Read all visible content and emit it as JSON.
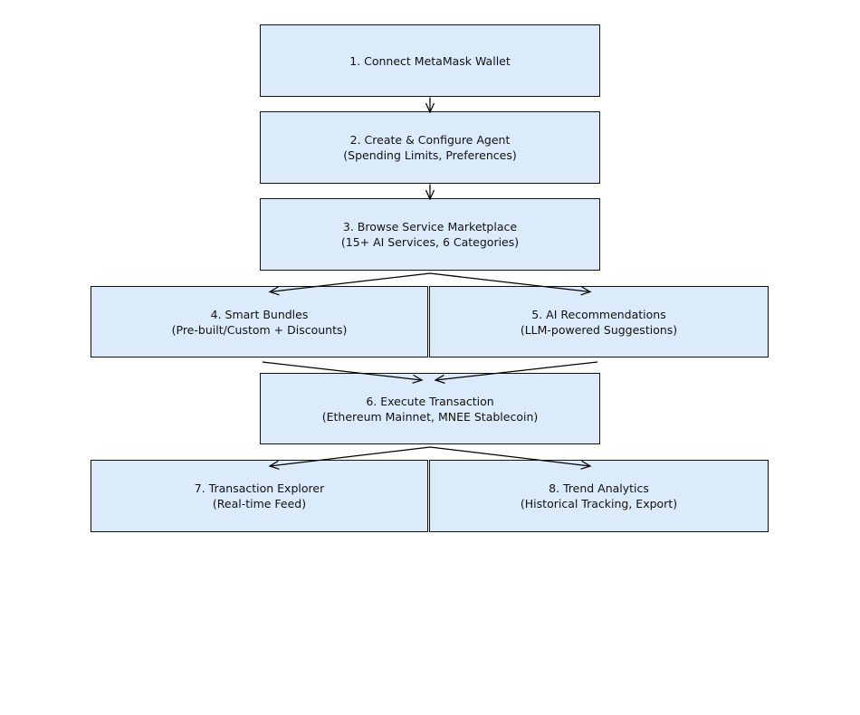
{
  "diagram": {
    "type": "flowchart",
    "background": "#ffffff",
    "node_style": {
      "fill": "#dcebfb",
      "border": "#111111",
      "text_color": "#111111"
    },
    "arrow_color": "#000000",
    "nodes": [
      {
        "title": "1. Connect MetaMask Wallet",
        "subtitle": ""
      },
      {
        "title": "2. Create & Configure Agent",
        "subtitle": "(Spending Limits, Preferences)"
      },
      {
        "title": "3. Browse Service Marketplace",
        "subtitle": "(15+ AI Services, 6 Categories)"
      },
      {
        "title": "4. Smart Bundles",
        "subtitle": "(Pre-built/Custom + Discounts)"
      },
      {
        "title": "5. AI Recommendations",
        "subtitle": "(LLM-powered Suggestions)"
      },
      {
        "title": "6. Execute Transaction",
        "subtitle": "(Ethereum Mainnet, MNEE Stablecoin)"
      },
      {
        "title": "7. Transaction Explorer",
        "subtitle": "(Real-time Feed)"
      },
      {
        "title": "8. Trend Analytics",
        "subtitle": "(Historical Tracking, Export)"
      }
    ],
    "edges": [
      {
        "from": "1. Connect MetaMask Wallet",
        "to": "2. Create & Configure Agent"
      },
      {
        "from": "2. Create & Configure Agent",
        "to": "3. Browse Service Marketplace"
      },
      {
        "from": "3. Browse Service Marketplace",
        "to": "4. Smart Bundles"
      },
      {
        "from": "3. Browse Service Marketplace",
        "to": "5. AI Recommendations"
      },
      {
        "from": "4. Smart Bundles",
        "to": "6. Execute Transaction"
      },
      {
        "from": "5. AI Recommendations",
        "to": "6. Execute Transaction"
      },
      {
        "from": "6. Execute Transaction",
        "to": "7. Transaction Explorer"
      },
      {
        "from": "6. Execute Transaction",
        "to": "8. Trend Analytics"
      }
    ]
  }
}
